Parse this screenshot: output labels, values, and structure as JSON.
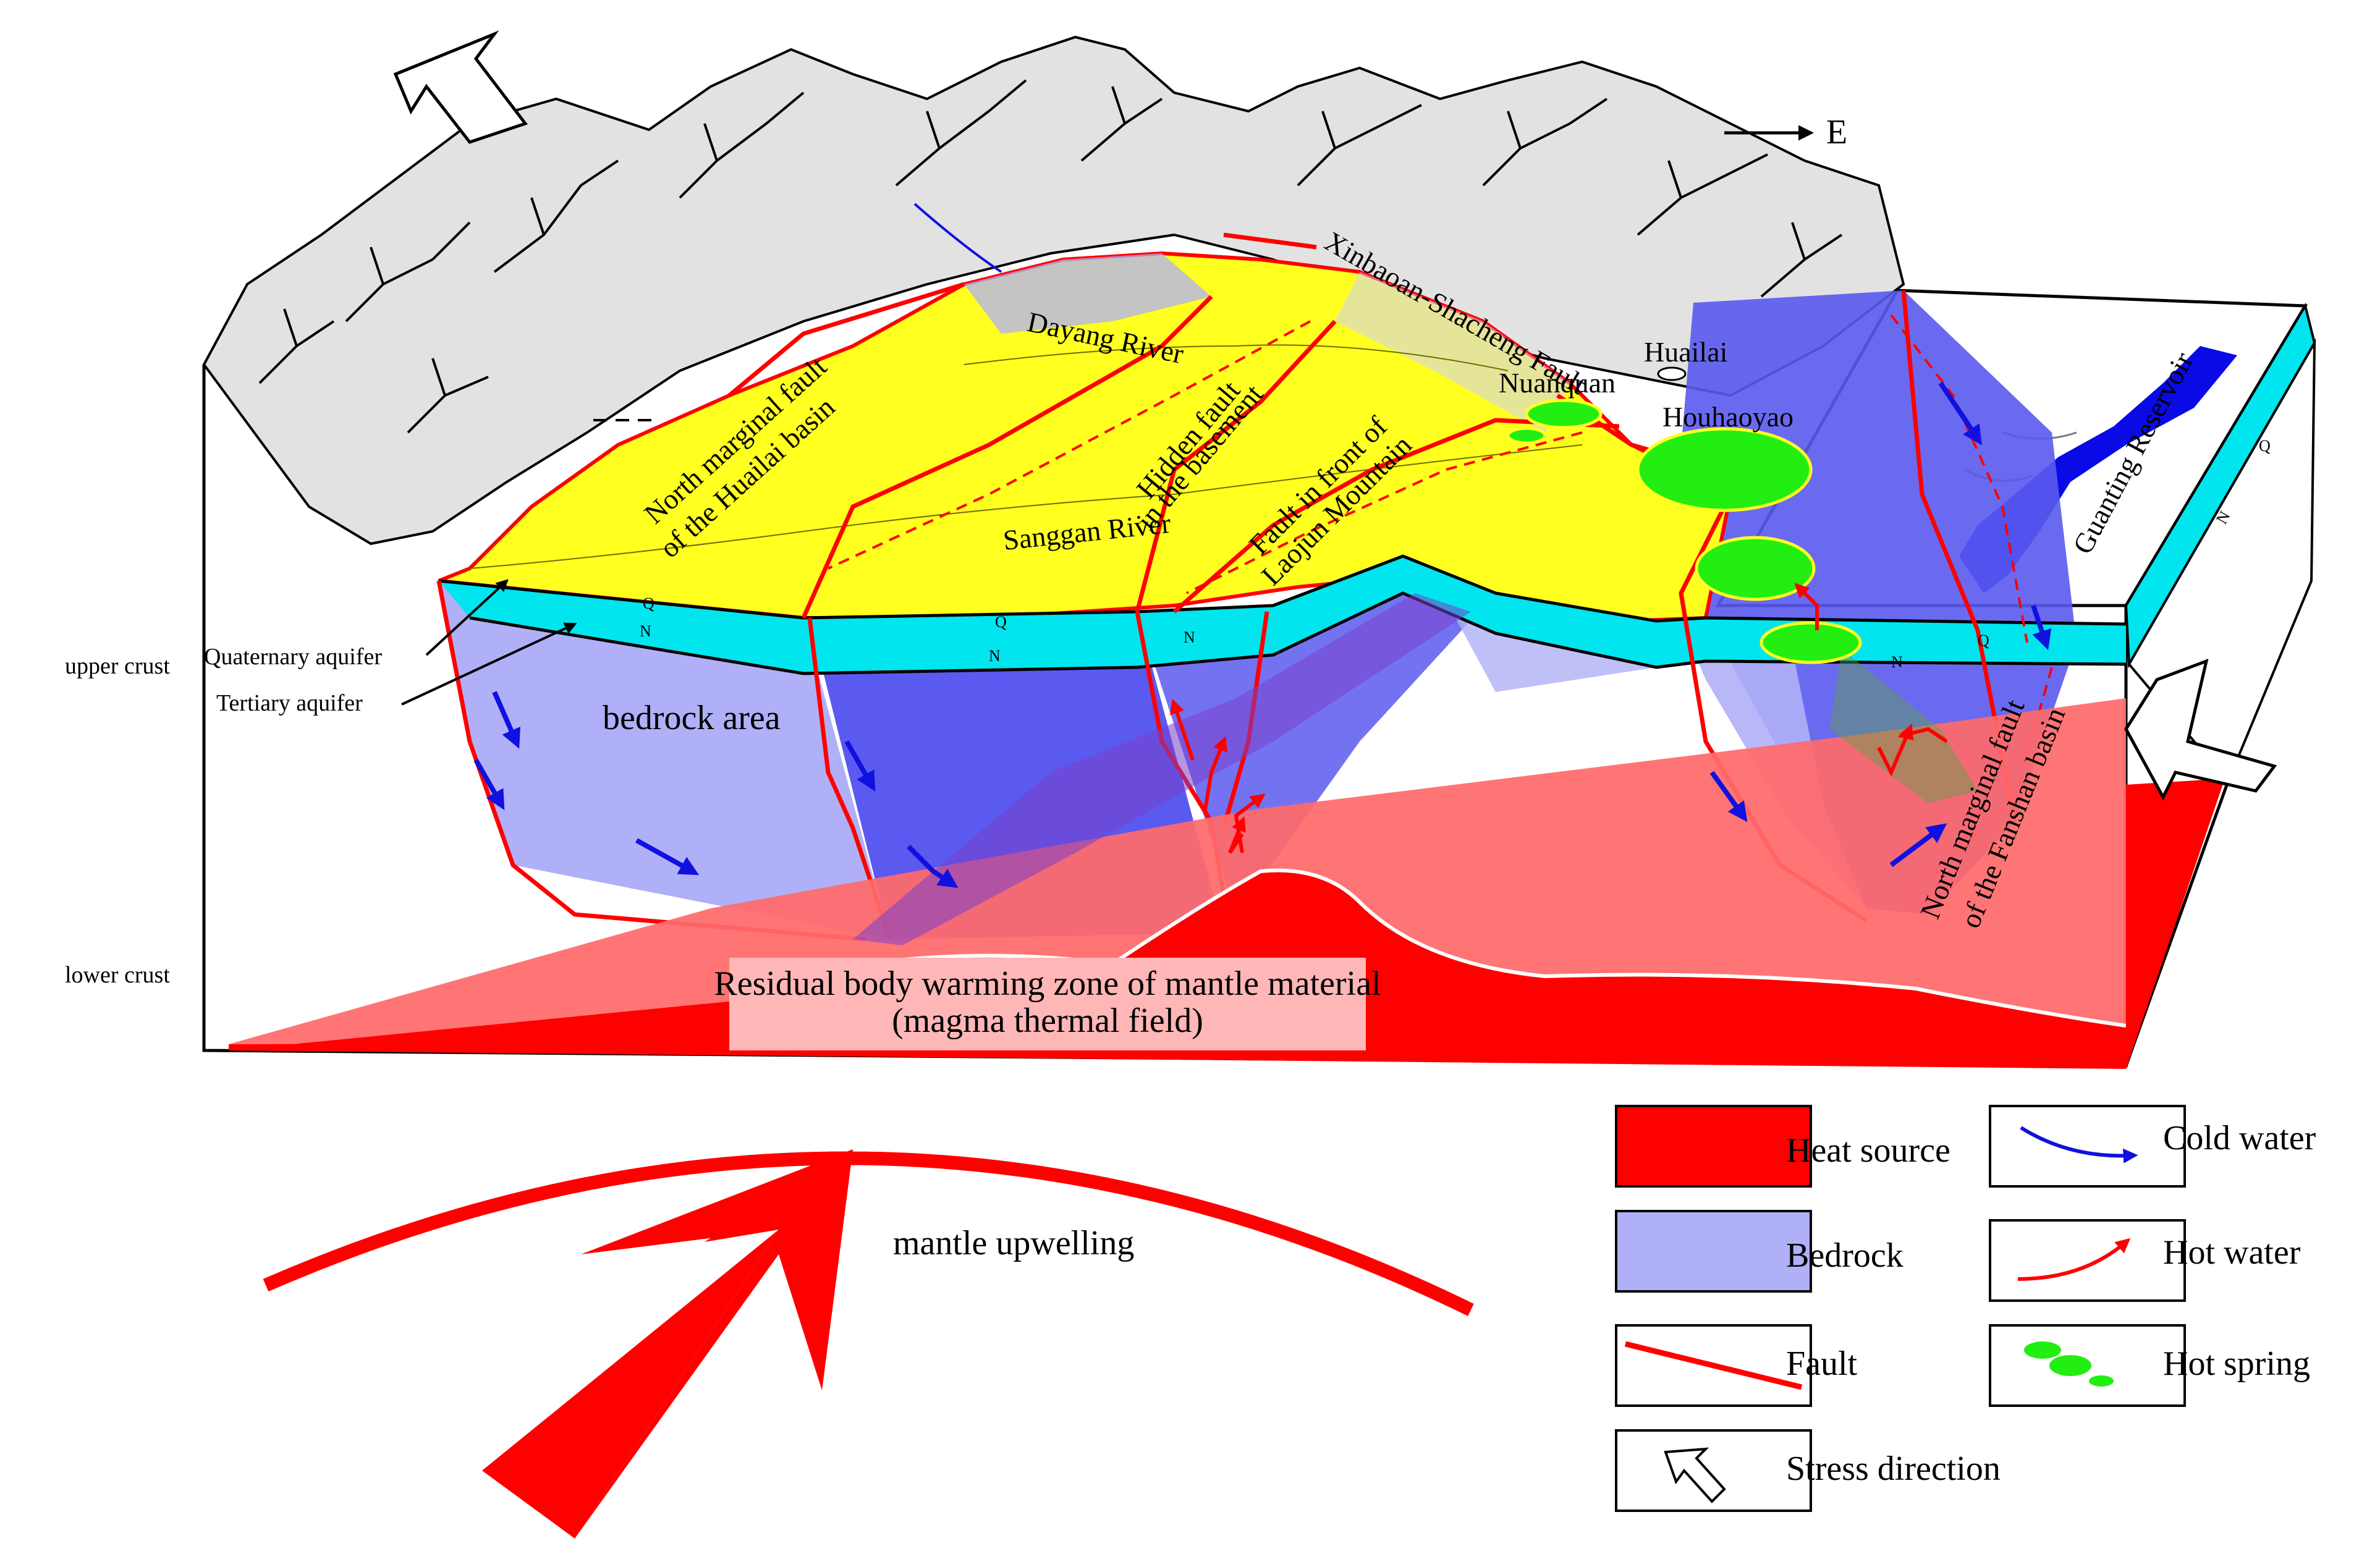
{
  "direction": {
    "label": "E"
  },
  "faults": {
    "xinbaoan": "Xinbaoan-Shacheng Fault",
    "north_huailai_1": "North marginal fault",
    "north_huailai_2": "of the Huailai basin",
    "hidden_1": "Hidden fault",
    "hidden_2": "in the basement",
    "laojun_1": "Fault in front of",
    "laojun_2": "Laojun Mountain",
    "fanshan_1": "North marginal fault",
    "fanshan_2": "of the Fanshan basin"
  },
  "places": {
    "dayang_river": "Dayang River",
    "sanggan_river": "Sanggan River",
    "nuanquan": "Nuanquan",
    "huailai": "Huailai",
    "houhaoyao": "Houhaoyao",
    "guanting": "Guanting Reservoir"
  },
  "layers": {
    "q": "Q",
    "n": "N",
    "quaternary": "Quaternary aquifer",
    "tertiary": "Tertiary aquifer",
    "bedrock_area": "bedrock area",
    "upper_crust": "upper crust",
    "lower_crust": "lower crust"
  },
  "heat_zone": {
    "line1": "Residual body warming zone of mantle material",
    "line2": "(magma thermal field)"
  },
  "mantle": {
    "label": "mantle upwelling"
  },
  "legend": {
    "heat_source": "Heat source",
    "bedrock": "Bedrock",
    "fault": "Fault",
    "stress": "Stress direction",
    "cold_water": "Cold water",
    "hot_water": "Hot water",
    "hot_spring": "Hot spring"
  },
  "colors": {
    "heat": "#ff0000",
    "heat_light": "#ff6b6b",
    "bedrock": "#b0b0f8",
    "bedrock_dark": "#5a5af0",
    "basin": "#ffff20",
    "aquifer": "#00e5ee",
    "spring": "#22ee11",
    "cold_water": "#1010e0",
    "mountain": "#e4e4e4"
  }
}
